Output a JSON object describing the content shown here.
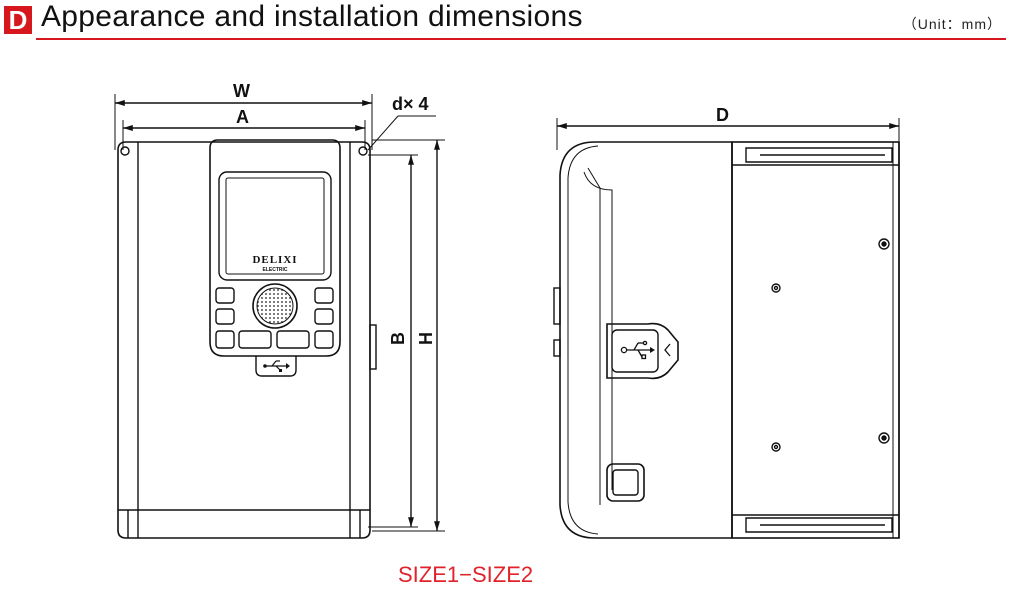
{
  "header": {
    "badge": "D",
    "title": "Appearance and installation dimensions",
    "unit": "（Unit：mm）",
    "accent_color": "#d6171e"
  },
  "front_view": {
    "dims": {
      "width": "W",
      "mount_width": "A",
      "hole": "d× 4",
      "mount_height": "B",
      "height": "H"
    },
    "brand": "DELIXI",
    "brand_sub": "ELECTRIC"
  },
  "side_view": {
    "dims": {
      "depth": "D"
    }
  },
  "caption": "SIZE1−SIZE2",
  "caption_color": "#e0232a"
}
